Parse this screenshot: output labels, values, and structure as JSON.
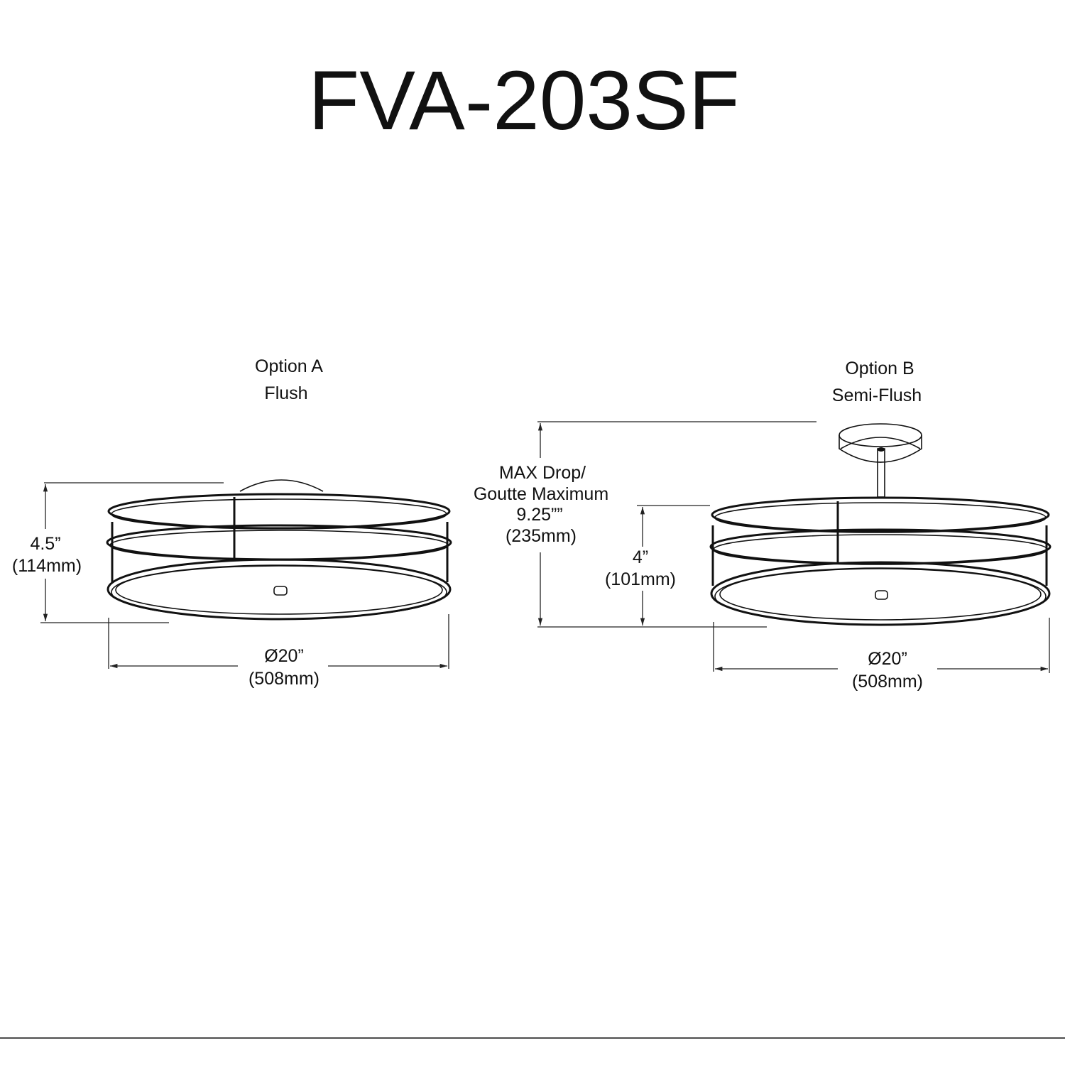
{
  "title": "FVA-203SF",
  "option_a": {
    "name": "Option A",
    "type": "Flush",
    "height": "4.5”",
    "height_mm": "(114mm)",
    "diameter": "Ø20”",
    "diameter_mm": "(508mm)"
  },
  "option_b": {
    "name": "Option B",
    "type": "Semi-Flush",
    "max_drop_line1": "MAX Drop/",
    "max_drop_line2": "Goutte Maximum",
    "max_drop": "9.25””",
    "max_drop_mm": "(235mm)",
    "height": "4”",
    "height_mm": "(101mm)",
    "diameter": "Ø20”",
    "diameter_mm": "(508mm)"
  }
}
